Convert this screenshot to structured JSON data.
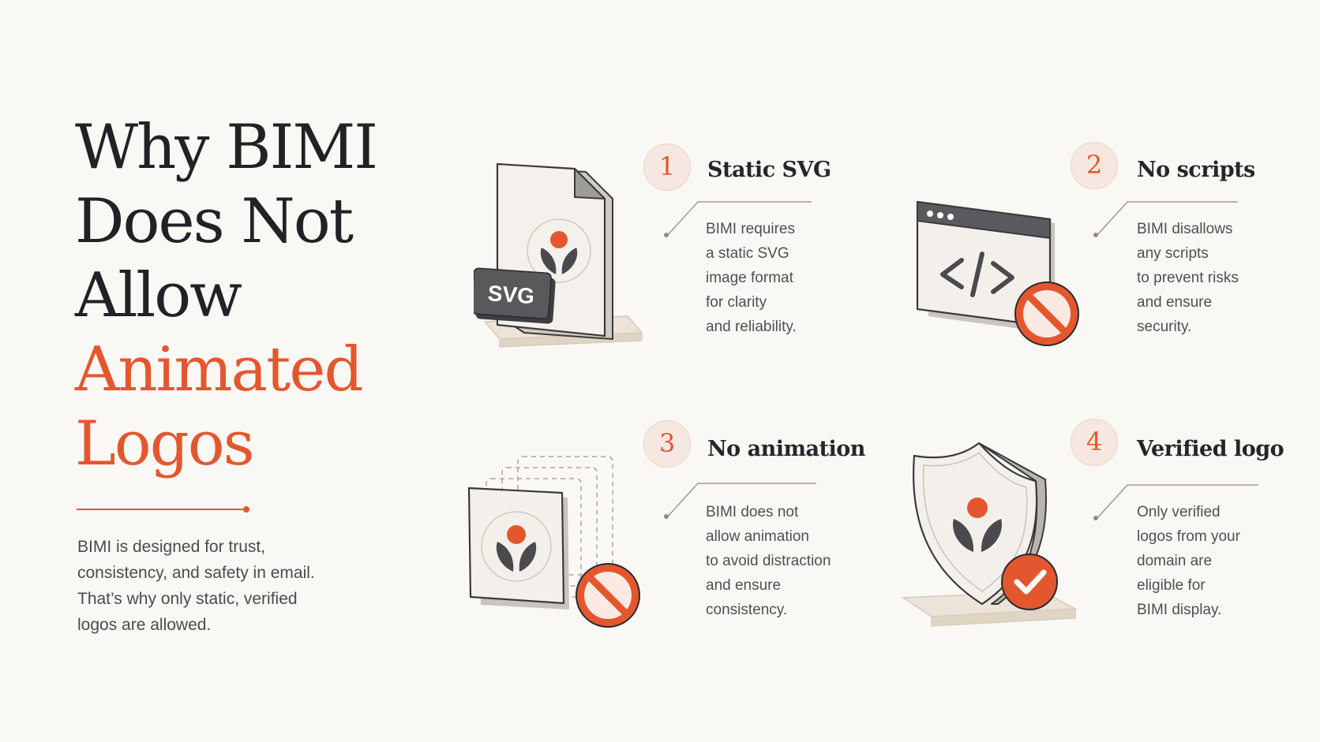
{
  "headline": {
    "lines": [
      "Why BIMI",
      "Does Not",
      "Allow"
    ],
    "accent_lines": [
      "Animated",
      "Logos"
    ]
  },
  "intro": "BIMI is designed for trust, consistency, and safety in email. That’s why only static, verified logos are allowed.",
  "colors": {
    "accent": "#e4572e",
    "heading": "#222226",
    "body": "#4a4a4f",
    "background": "#faf8f5",
    "badge_bg": "#f6e8e0"
  },
  "features": [
    {
      "number": "1",
      "title": "Static SVG",
      "icon": "svg-file-icon",
      "icon_label": "SVG",
      "lines": [
        "BIMI requires",
        "a static SVG",
        "image format",
        "for clarity",
        "and reliability."
      ]
    },
    {
      "number": "2",
      "title": "No scripts",
      "icon": "code-window-prohibited-icon",
      "icon_label": "</>",
      "lines": [
        "BIMI disallows",
        "any scripts",
        "to prevent risks",
        "and ensure",
        "security."
      ]
    },
    {
      "number": "3",
      "title": "No animation",
      "icon": "stacked-frames-prohibited-icon",
      "lines": [
        "BIMI does not",
        "allow animation",
        "to avoid distraction",
        "and ensure",
        "consistency."
      ]
    },
    {
      "number": "4",
      "title": "Verified logo",
      "icon": "shield-check-icon",
      "lines": [
        "Only verified",
        "logos from your",
        "domain are",
        "eligible for",
        "BIMI display."
      ]
    }
  ]
}
